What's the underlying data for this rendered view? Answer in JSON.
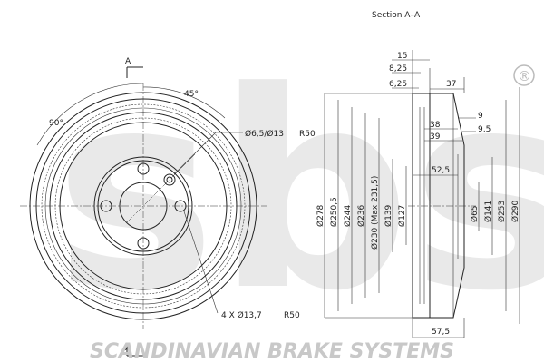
{
  "brand": {
    "logo_text": "sbs",
    "registered_mark": "®",
    "footer": "SCANDINAVIAN BRAKE SYSTEMS"
  },
  "front_view": {
    "section_marker": "A",
    "angle_bolt": "45°",
    "angle_quarter": "90°",
    "hole_callout": "Ø6,5/Ø13",
    "hole_callout_radius": "R50",
    "bolt_callout": "4 X Ø13,7",
    "bolt_callout_radius": "R50"
  },
  "section_view": {
    "title": "Section A–A",
    "top_dims": [
      "15",
      "8,25",
      "6,25",
      "37"
    ],
    "inner_dims": [
      "38",
      "39",
      "9",
      "9,5",
      "52,5"
    ],
    "bottom_dim": "57,5",
    "diameters_left": [
      "Ø278",
      "Ø250,5",
      "Ø244",
      "Ø236",
      "Ø230 (Max 231,5)",
      "Ø139",
      "Ø127"
    ],
    "diameters_right": [
      "Ø65",
      "Ø141",
      "Ø253",
      "Ø290"
    ]
  }
}
